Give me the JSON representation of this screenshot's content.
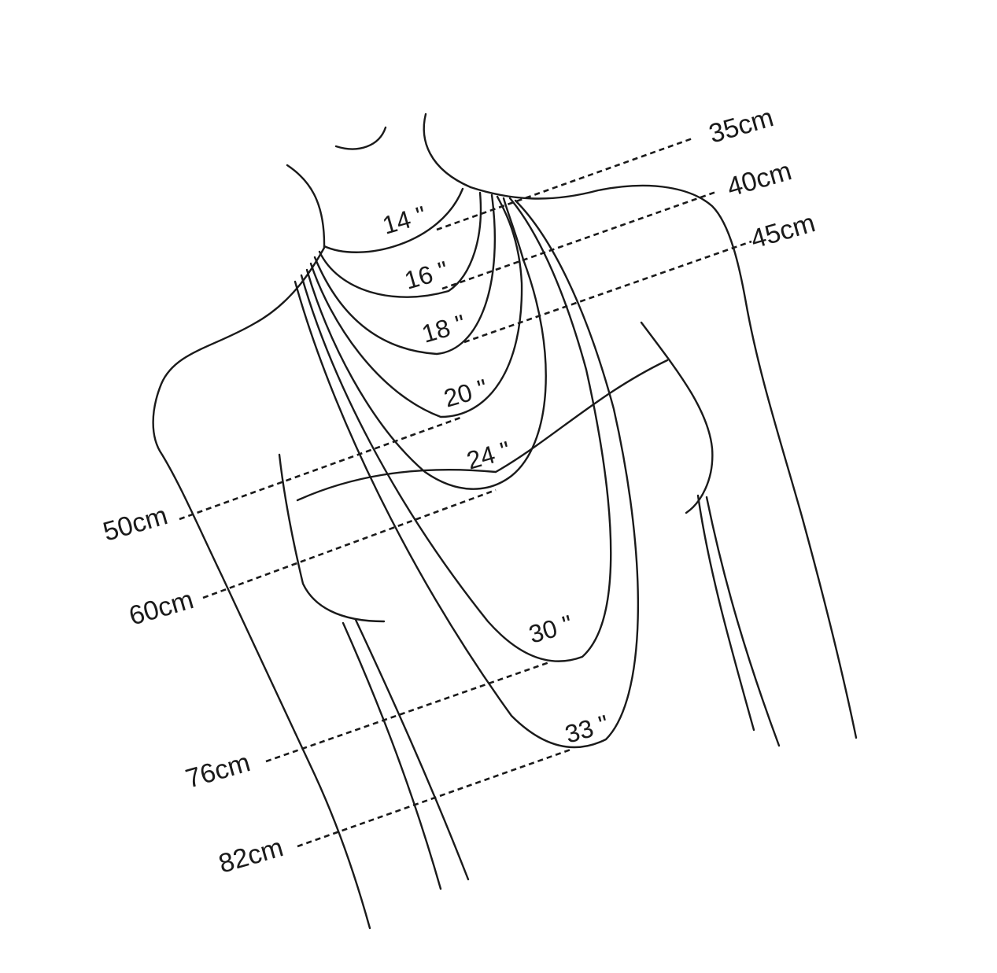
{
  "diagram": {
    "line_color": "#1a1a1a",
    "background": "#ffffff",
    "metric_labels": {
      "l35": "35cm",
      "l40": "40cm",
      "l45": "45cm",
      "l50": "50cm",
      "l60": "60cm",
      "l76": "76cm",
      "l82": "82cm"
    },
    "inch_labels": {
      "i14": "14 \"",
      "i16": "16 \"",
      "i18": "18 \"",
      "i20": "20 \"",
      "i24": "24 \"",
      "i30": "30 \"",
      "i33": "33 \""
    }
  }
}
